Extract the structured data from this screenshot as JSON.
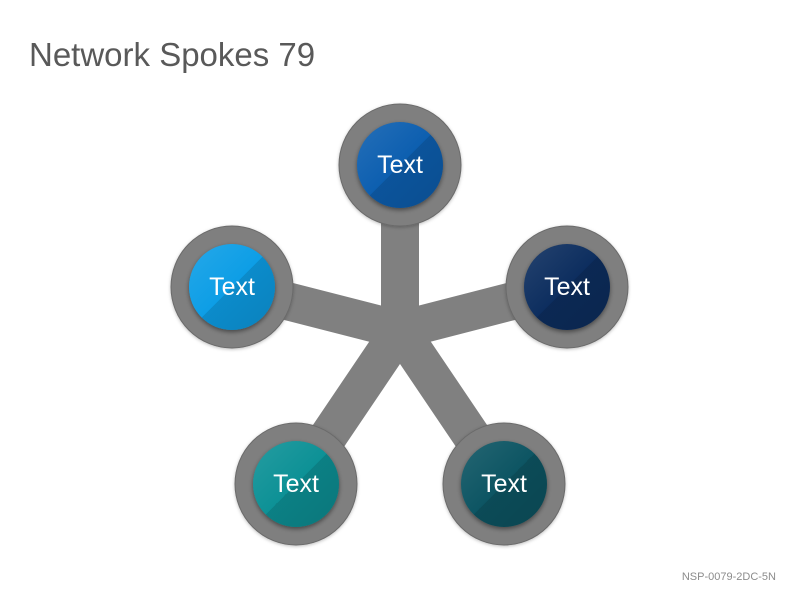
{
  "title": "Network Spokes 79",
  "footer_code": "NSP-0079-2DC-5N",
  "colors": {
    "spoke": "#808080",
    "ring": "#7f7f7f",
    "ring_edge": "#6a6a6a"
  },
  "nodes": [
    {
      "label": "Text",
      "color": "#0b5fb0",
      "position": "top"
    },
    {
      "label": "Text",
      "color": "#0a9ee6",
      "position": "upper-left"
    },
    {
      "label": "Text",
      "color": "#0d2f5f",
      "position": "upper-right"
    },
    {
      "label": "Text",
      "color": "#0a9196",
      "position": "lower-left"
    },
    {
      "label": "Text",
      "color": "#0c5563",
      "position": "lower-right"
    }
  ]
}
